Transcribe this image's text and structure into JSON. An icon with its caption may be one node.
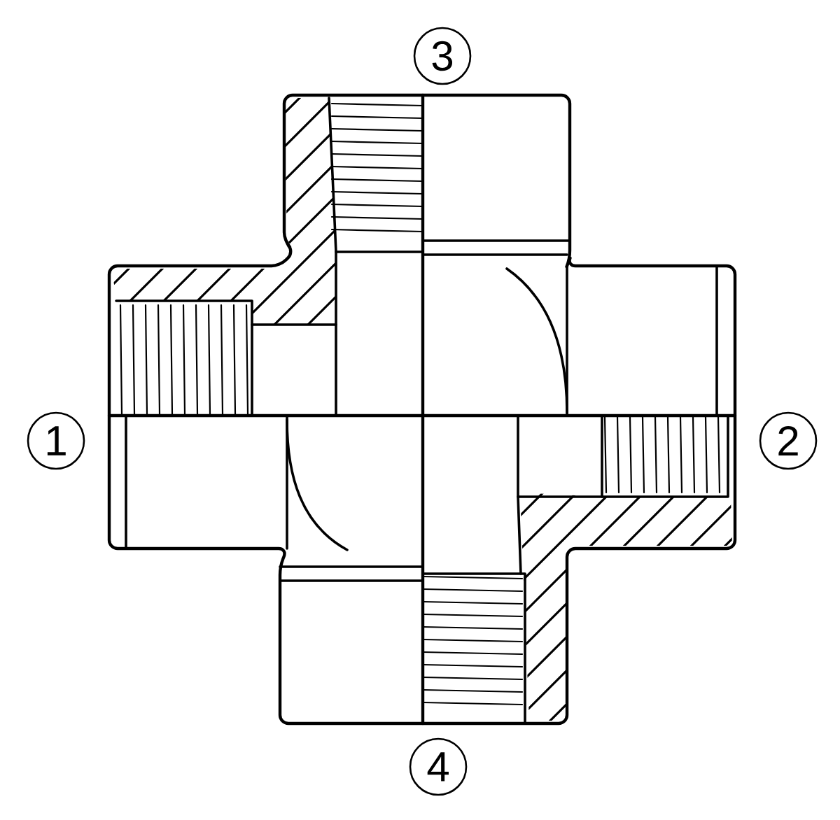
{
  "diagram": {
    "nodes": [
      {
        "text": [
          "3"
        ]
      },
      {
        "text": [
          "1"
        ]
      },
      {
        "text": [
          "2"
        ]
      },
      {
        "text": [
          "4"
        ]
      }
    ]
  }
}
